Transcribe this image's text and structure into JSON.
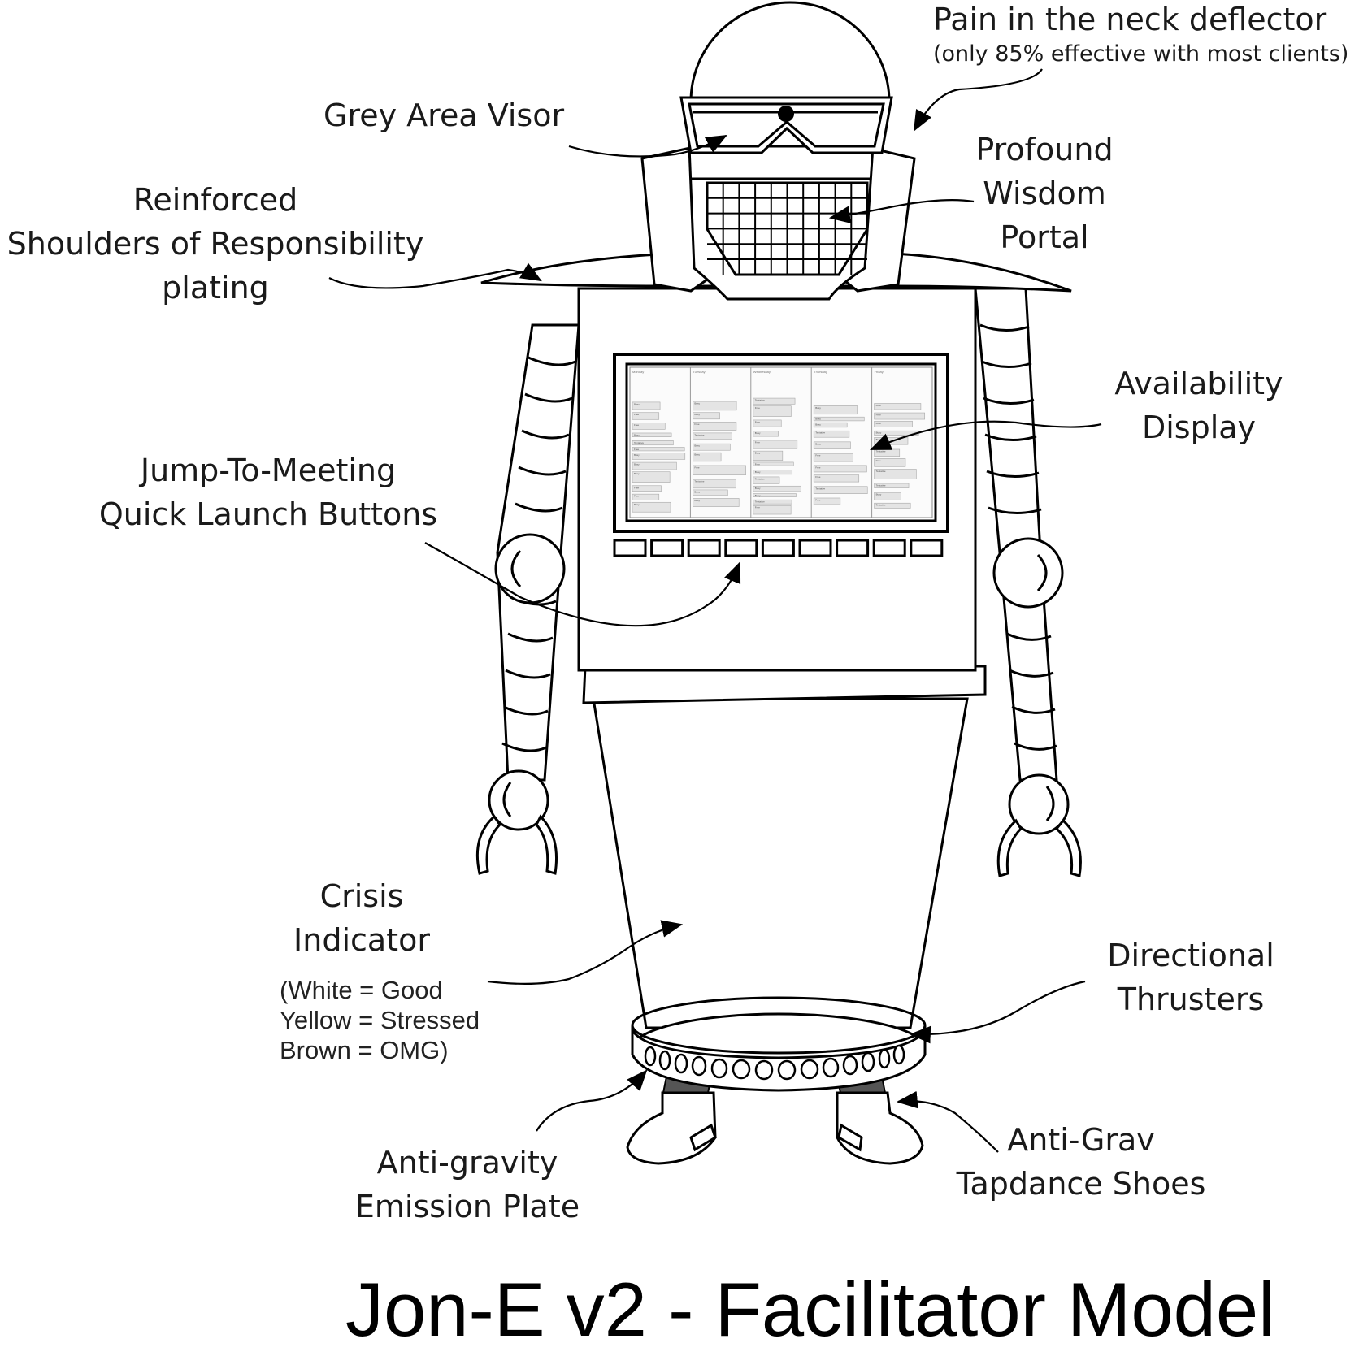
{
  "title": "Jon-E v2 - Facilitator Model",
  "labels": {
    "neck_deflector": {
      "line1": "Pain in the neck deflector",
      "line2": "(only 85% effective with most clients)"
    },
    "visor": "Grey Area Visor",
    "wisdom": {
      "line1": "Profound",
      "line2": "Wisdom",
      "line3": "Portal"
    },
    "shoulders": {
      "line1": "Reinforced",
      "line2": "Shoulders of Responsibility",
      "line3": "plating"
    },
    "availability": {
      "line1": "Availability",
      "line2": "Display"
    },
    "buttons": {
      "line1": "Jump-To-Meeting",
      "line2": "Quick Launch Buttons"
    },
    "crisis": {
      "line1": "Crisis",
      "line2": "Indicator"
    },
    "crisis_note": {
      "line1": "(White = Good",
      "line2": "Yellow = Stressed",
      "line3": "Brown = OMG)"
    },
    "thrusters": {
      "line1": "Directional",
      "line2": "Thrusters"
    },
    "shoes": {
      "line1": "Anti-Grav",
      "line2": "Tapdance Shoes"
    },
    "plate": {
      "line1": "Anti-gravity",
      "line2": "Emission Plate"
    }
  },
  "calendar": {
    "days": [
      "Monday",
      "Tuesday",
      "Wednesday",
      "Thursday",
      "Friday"
    ],
    "entries": [
      "Busy",
      "Tentative",
      "Free"
    ]
  }
}
